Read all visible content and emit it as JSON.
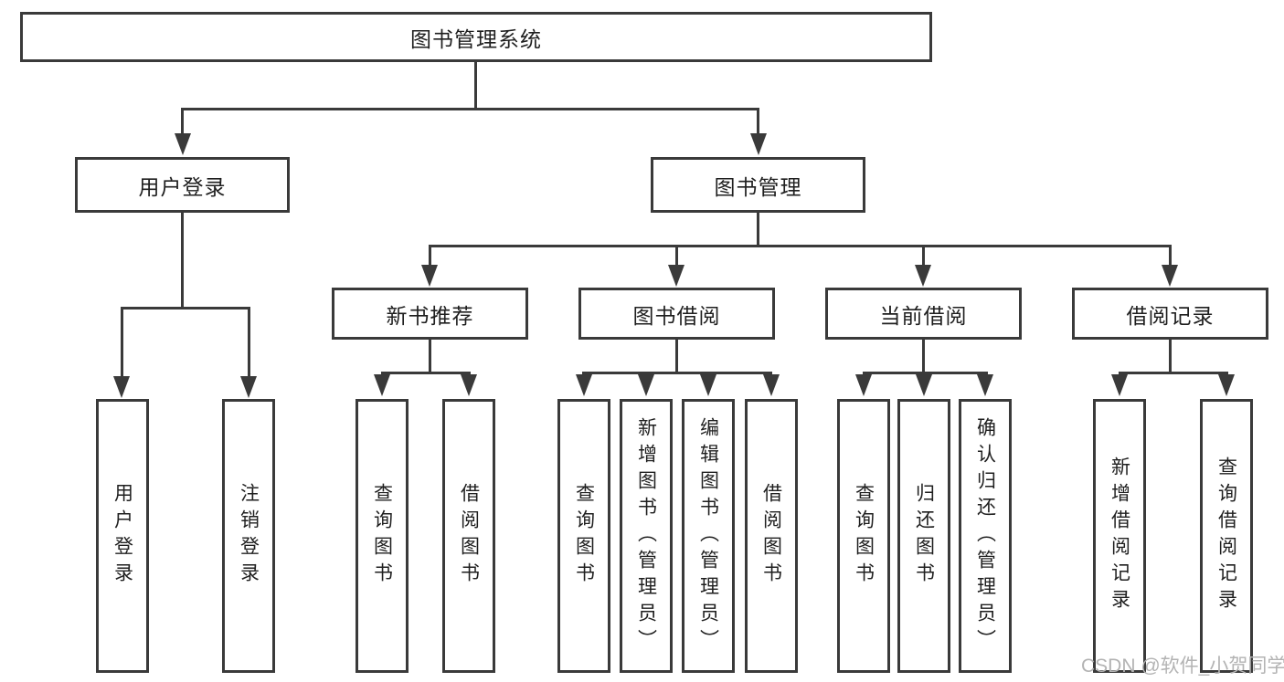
{
  "tree": {
    "root": {
      "label": "图书管理系统"
    },
    "children": [
      {
        "label": "用户登录",
        "children": [
          {
            "label": "用户登录"
          },
          {
            "label": "注销登录"
          }
        ]
      },
      {
        "label": "图书管理",
        "children": [
          {
            "label": "新书推荐",
            "children": [
              {
                "label": "查询图书"
              },
              {
                "label": "借阅图书"
              }
            ]
          },
          {
            "label": "图书借阅",
            "children": [
              {
                "label": "查询图书"
              },
              {
                "label": "新增图书（管理员）"
              },
              {
                "label": "编辑图书（管理员）"
              },
              {
                "label": "借阅图书"
              }
            ]
          },
          {
            "label": "当前借阅",
            "children": [
              {
                "label": "查询图书"
              },
              {
                "label": "归还图书"
              },
              {
                "label": "确认归还（管理员）"
              }
            ]
          },
          {
            "label": "借阅记录",
            "children": [
              {
                "label": "新增借阅记录"
              },
              {
                "label": "查询借阅记录"
              }
            ]
          }
        ]
      }
    ]
  },
  "watermark": {
    "text": "CSDN @软件_小贺同学"
  },
  "colors": {
    "line": "#3a3a3a",
    "text": "#1f1f1f",
    "watermark": "#b3b3b3",
    "bg": "#ffffff"
  }
}
